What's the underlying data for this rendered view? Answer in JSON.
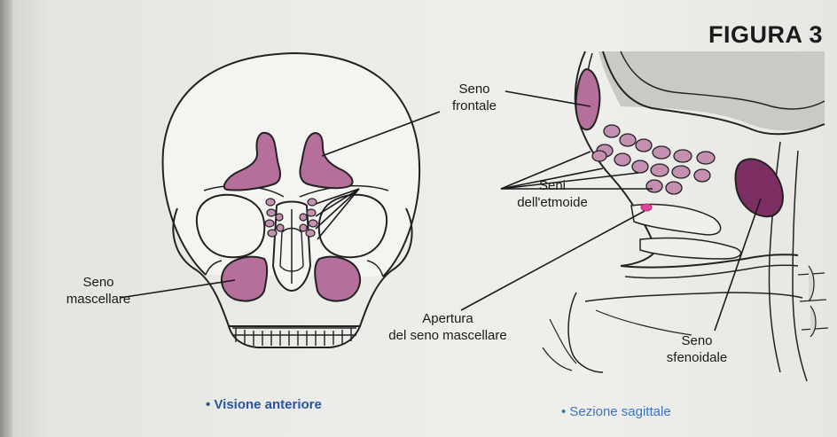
{
  "figure_label": "FIGURA 3",
  "labels": {
    "seno_frontale": "Seno\nfrontale",
    "seni_etmoide": "Seni\ndell'etmoide",
    "seno_mascellare": "Seno\nmascellare",
    "apertura": "Apertura\ndel seno mascellare",
    "seno_sfenoidale": "Seno\nsfenoidale"
  },
  "captions": {
    "anterior": "• Visione anteriore",
    "sagittal": "• Sezione sagittale"
  },
  "colors": {
    "sinus_fill": "#b56f9b",
    "sinus_dark": "#7d2e62",
    "line": "#222222",
    "caption_blue": "#2855a2"
  }
}
